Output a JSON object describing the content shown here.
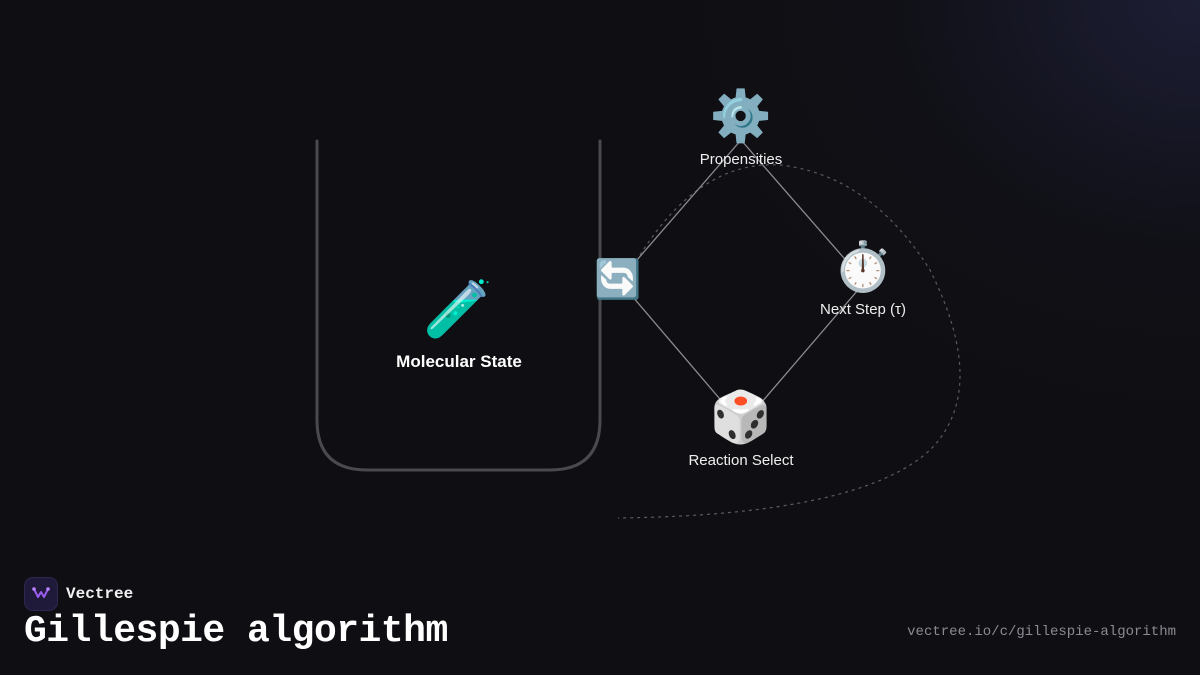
{
  "diagram": {
    "container": {
      "label": "Molecular State",
      "icon": "test-tube-icon",
      "glyph": "🧪"
    },
    "cycle": {
      "loop_icon": {
        "icon": "counterclockwise-arrows-icon",
        "glyph": "🔄"
      },
      "nodes": [
        {
          "id": "propensities",
          "label": "Propensities",
          "icon": "gear-icon",
          "glyph": "⚙️"
        },
        {
          "id": "next-step",
          "label": "Next Step (τ)",
          "icon": "stopwatch-icon",
          "glyph": "⏱️"
        },
        {
          "id": "reaction-select",
          "label": "Reaction Select",
          "icon": "dice-icon",
          "glyph": "🎲"
        }
      ]
    }
  },
  "footer": {
    "brand_name": "Vectree",
    "brand_logo": "vectree-logo-icon",
    "title": "Gillespie algorithm",
    "url": "vectree.io/c/gillespie-algorithm"
  },
  "colors": {
    "background": "#0f0f13",
    "line": "#8a8a90",
    "container_border": "#4a4a4e",
    "dashed_curve": "#5a5a62",
    "text": "#ffffff",
    "muted_text": "#8a8a92"
  }
}
